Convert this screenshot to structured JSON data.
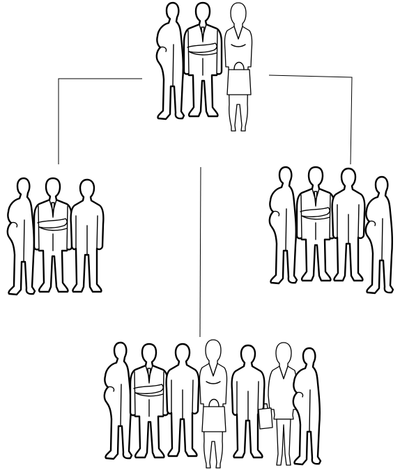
{
  "diagram": {
    "kind": "hierarchy",
    "background_color": "#ffffff",
    "line_color": "#000000",
    "groups": [
      {
        "id": "top-group",
        "people": [
          "man-side",
          "man-suit-arms-crossed",
          "woman-with-handbag"
        ]
      },
      {
        "id": "left-group",
        "people": [
          "man-side",
          "man-suit-arms-crossed",
          "man-back"
        ]
      },
      {
        "id": "right-group",
        "people": [
          "man-side",
          "man-suit-arms-crossed",
          "man-back",
          "man-side"
        ]
      },
      {
        "id": "bottom-group",
        "people": [
          "man-side",
          "man-suit-arms-crossed",
          "man-back",
          "woman-with-handbag",
          "man-back",
          "woman-with-briefcase",
          "man-side"
        ]
      }
    ]
  }
}
